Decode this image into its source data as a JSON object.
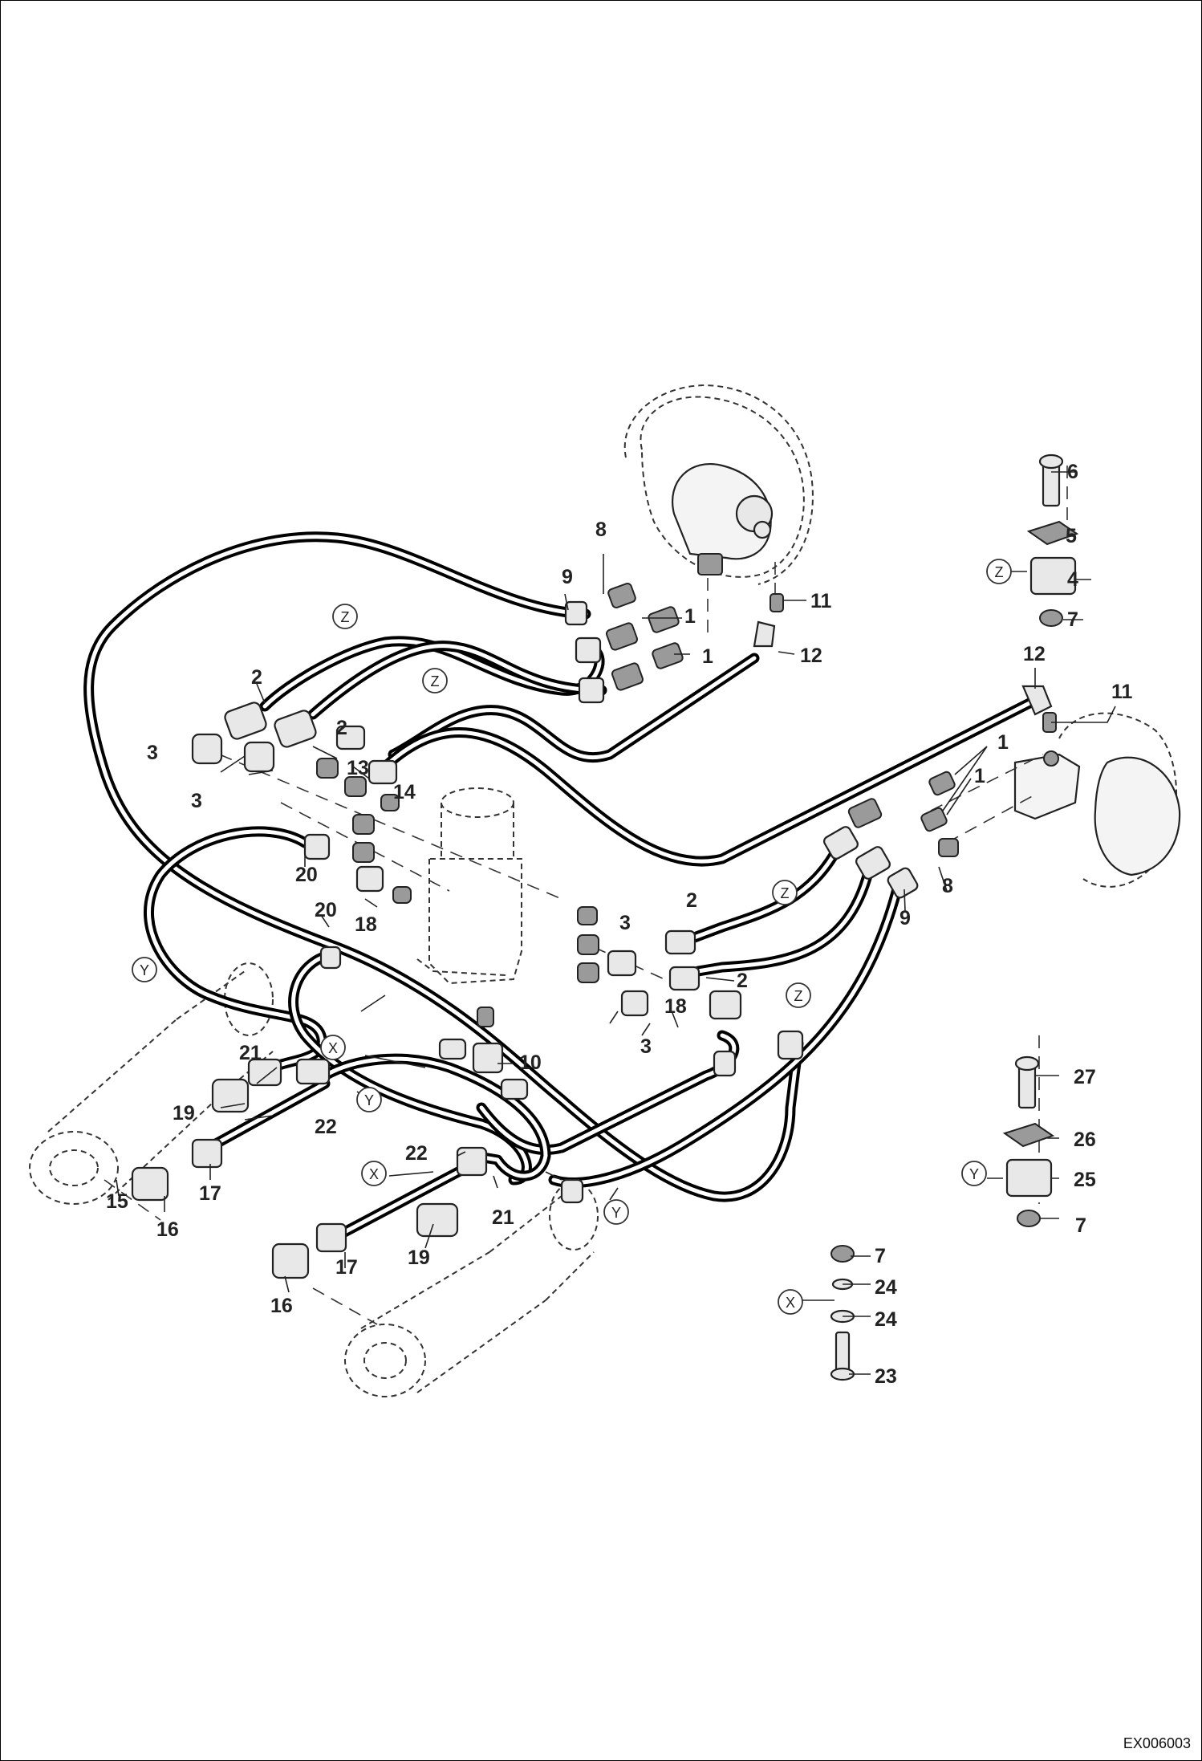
{
  "diagram_code": "EX006003",
  "callouts": {
    "c1a": "1",
    "c1b": "1",
    "c1c": "1",
    "c1d": "1",
    "c2a": "2",
    "c2b": "2",
    "c2c": "2",
    "c2d": "2",
    "c3a": "3",
    "c3b": "3",
    "c3c": "3",
    "c3d": "3",
    "c4": "4",
    "c5": "5",
    "c6": "6",
    "c7a": "7",
    "c7b": "7",
    "c7c": "7",
    "c8a": "8",
    "c8b": "8",
    "c9a": "9",
    "c9b": "9",
    "c10": "10",
    "c11a": "11",
    "c11b": "11",
    "c12a": "12",
    "c12b": "12",
    "c13": "13",
    "c14": "14",
    "c15": "15",
    "c16a": "16",
    "c16b": "16",
    "c17a": "17",
    "c17b": "17",
    "c18a": "18",
    "c18b": "18",
    "c19a": "19",
    "c19b": "19",
    "c20a": "20",
    "c20b": "20",
    "c21a": "21",
    "c21b": "21",
    "c22a": "22",
    "c22b": "22",
    "c23": "23",
    "c24a": "24",
    "c24b": "24",
    "c25": "25",
    "c26": "26",
    "c27": "27"
  },
  "reference_markers": {
    "X": "X",
    "Y": "Y",
    "Z": "Z"
  },
  "colors": {
    "line": "#000000",
    "part_fill": "#e8e8e8",
    "background": "#ffffff"
  }
}
